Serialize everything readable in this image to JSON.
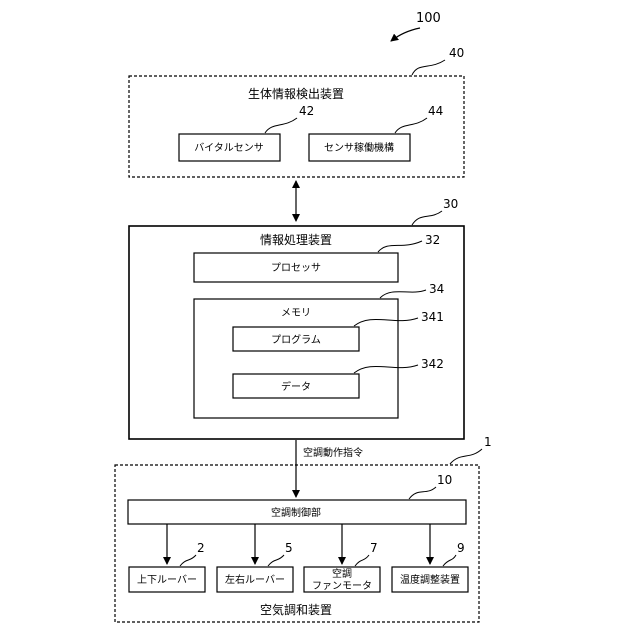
{
  "diagram": {
    "system_ref": "100",
    "vital_device": {
      "title": "生体情報検出装置",
      "ref": "40",
      "vital_sensor": {
        "label": "バイタルセンサ",
        "ref": "42"
      },
      "sensor_mechanism": {
        "label": "センサ稼働機構",
        "ref": "44"
      }
    },
    "info_processor": {
      "title": "情報処理装置",
      "ref": "30",
      "processor": {
        "label": "プロセッサ",
        "ref": "32"
      },
      "memory": {
        "label": "メモリ",
        "ref": "34",
        "program": {
          "label": "プログラム",
          "ref": "341"
        },
        "data": {
          "label": "データ",
          "ref": "342"
        }
      }
    },
    "command_label": "空調動作指令",
    "air_conditioner": {
      "title": "空気調和装置",
      "ref": "1",
      "controller": {
        "label": "空調制御部",
        "ref": "10"
      },
      "vertical_louver": {
        "label": "上下ルーバー",
        "ref": "2"
      },
      "horizontal_louver": {
        "label": "左右ルーバー",
        "ref": "5"
      },
      "fan_motor": {
        "label_line1": "空調",
        "label_line2": "ファンモータ",
        "ref": "7"
      },
      "temp_adjuster": {
        "label": "温度調整装置",
        "ref": "9"
      }
    }
  }
}
